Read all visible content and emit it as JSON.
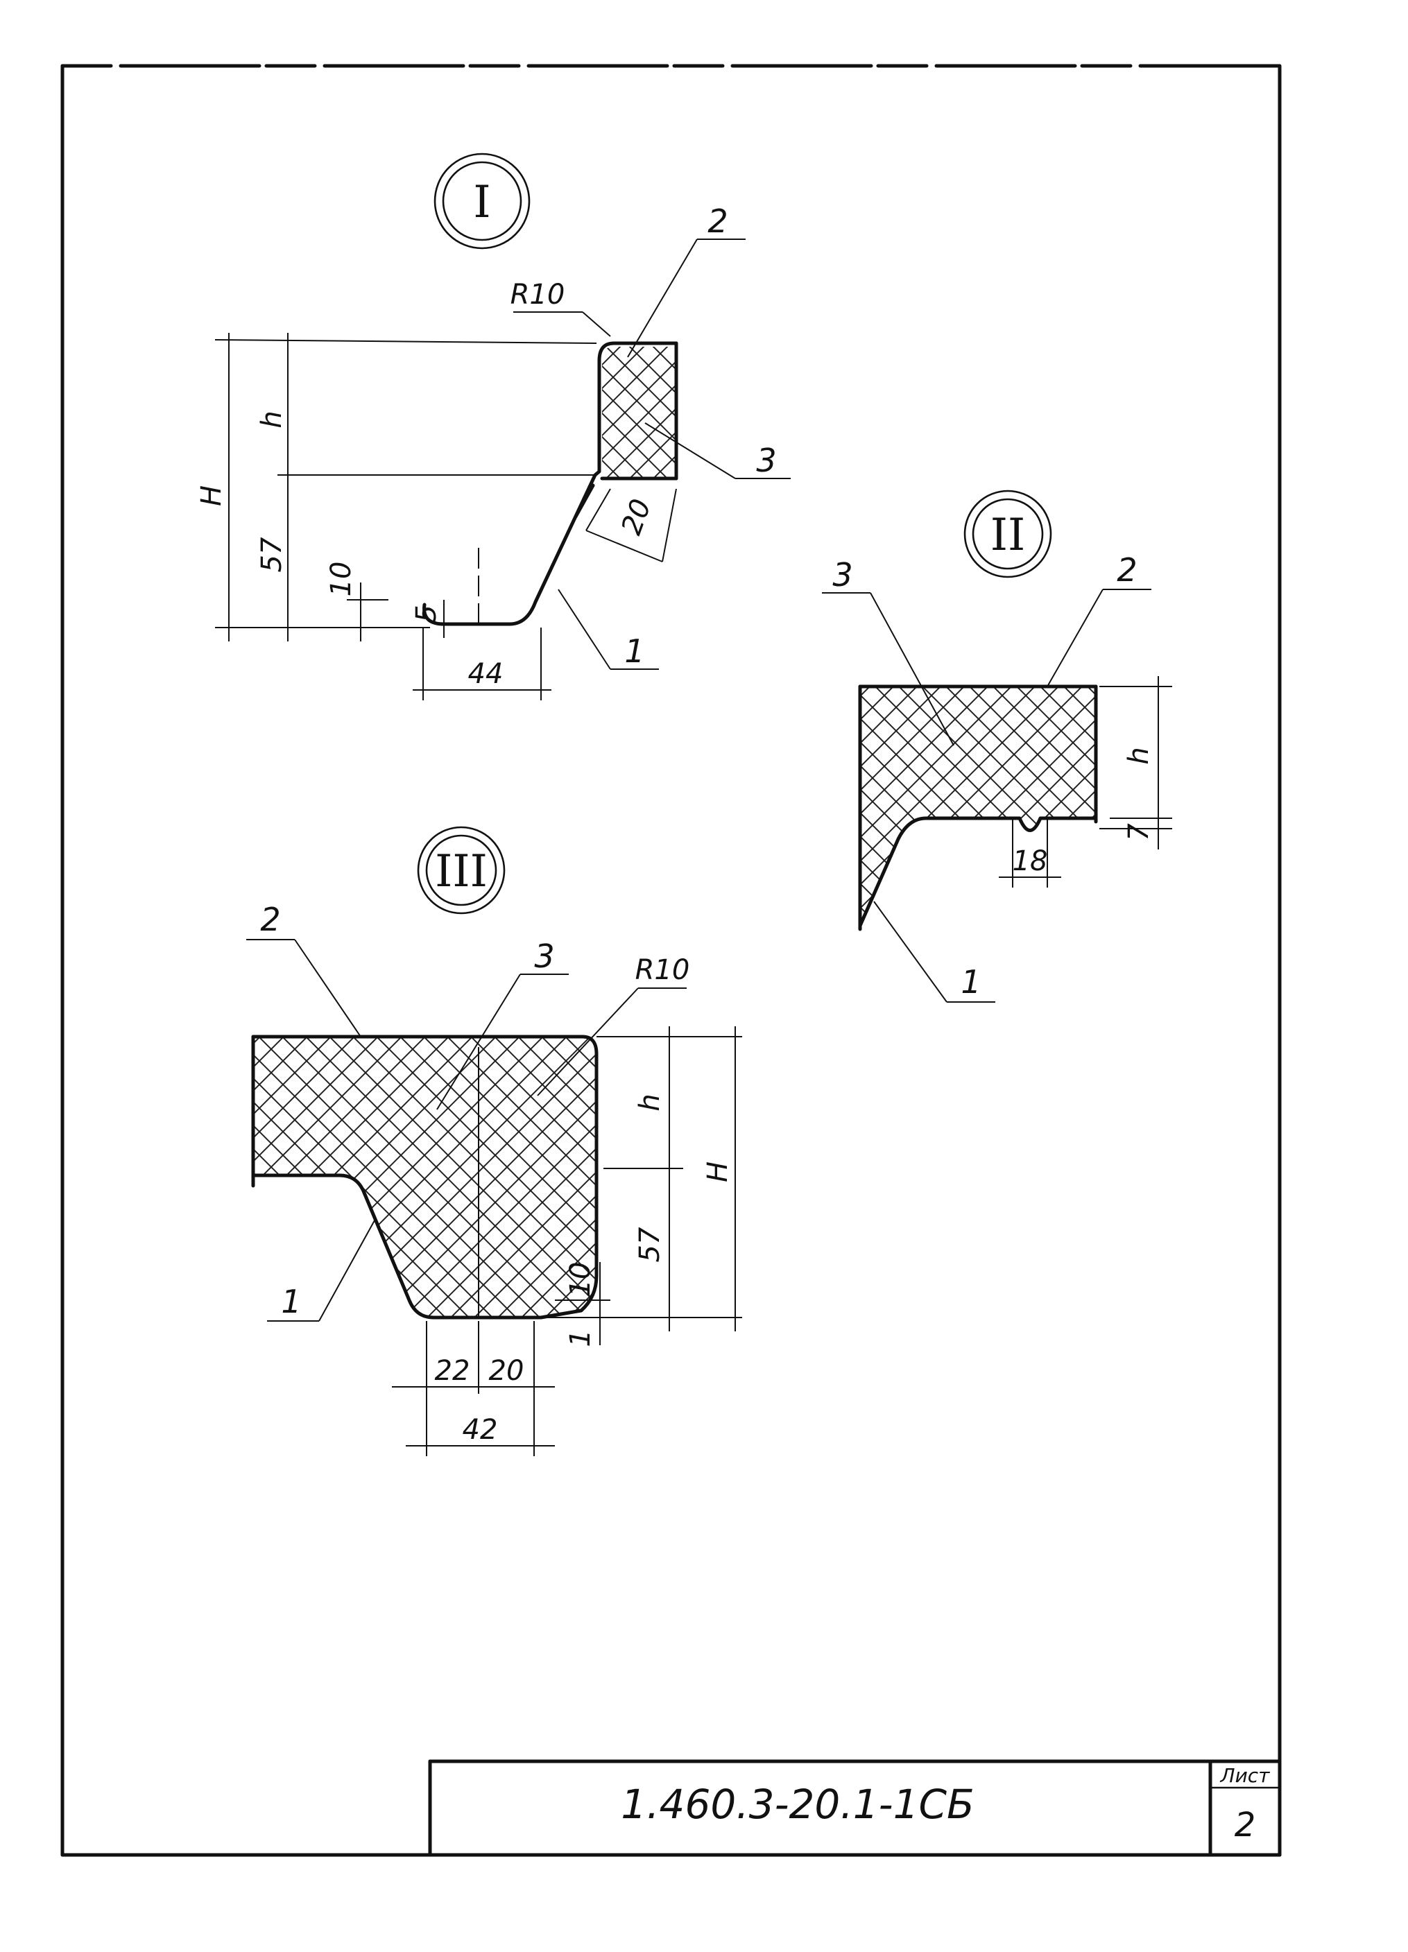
{
  "views": [
    {
      "id": "I",
      "callouts": {
        "top_layer": "2",
        "fill": "3",
        "shell": "1"
      },
      "radius": "R10",
      "dims": {
        "H": "H",
        "h": "h",
        "d57": "57",
        "d10": "10",
        "d5": "5",
        "d20": "20",
        "d44": "44"
      }
    },
    {
      "id": "II",
      "callouts": {
        "fill": "3",
        "top_layer": "2",
        "shell": "1"
      },
      "dims": {
        "h": "h",
        "d7": "7",
        "d18": "18"
      }
    },
    {
      "id": "III",
      "callouts": {
        "top_layer": "2",
        "fill": "3",
        "shell": "1"
      },
      "radius": "R10",
      "dims": {
        "h": "h",
        "H": "H",
        "d57": "57",
        "d10": "10",
        "d1": "1",
        "d22": "22",
        "d20": "20",
        "d42": "42"
      }
    }
  ],
  "title_block": {
    "document_code": "1.460.3-20.1-1СБ",
    "sheet_label": "Лист",
    "sheet_number": "2"
  }
}
